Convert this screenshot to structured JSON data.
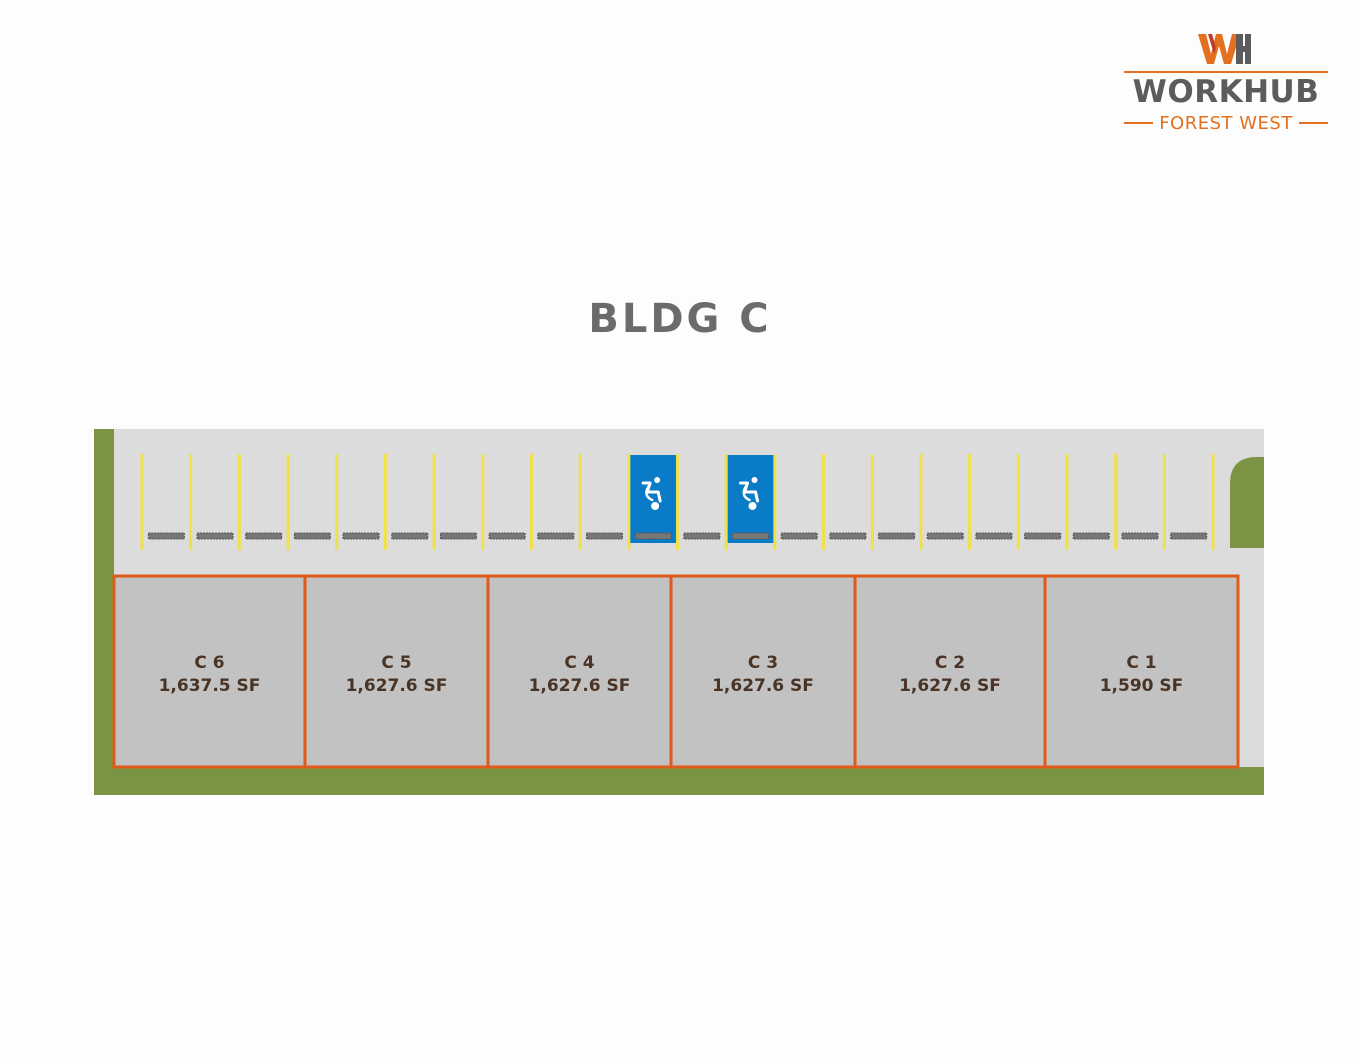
{
  "logo": {
    "name": "WORKHUB",
    "subtitle": "FOREST WEST",
    "colors": {
      "accent": "#e2701f",
      "text": "#5c5c5c",
      "mark_red": "#c0392b"
    }
  },
  "title": "BLDG C",
  "site_plan": {
    "parking_spaces_in_row": 22,
    "accessible_spaces_at_positions": [
      10,
      12
    ],
    "accessible_icon": "wheelchair-icon",
    "units": [
      {
        "name": "C 6",
        "area": "1,637.5 SF"
      },
      {
        "name": "C 5",
        "area": "1,627.6 SF"
      },
      {
        "name": "C 4",
        "area": "1,627.6 SF"
      },
      {
        "name": "C 3",
        "area": "1,627.6 SF"
      },
      {
        "name": "C 2",
        "area": "1,627.6 SF"
      },
      {
        "name": "C 1",
        "area": "1,590 SF"
      }
    ],
    "colors": {
      "grass": "#7a9443",
      "pavement": "#dcdcdc",
      "stripe": "#f0e04a",
      "accessible": "#0a7bc6",
      "unit_fill": "#c2c2c2",
      "unit_border": "#e05a1a",
      "wheel_stop": "#777777"
    }
  }
}
